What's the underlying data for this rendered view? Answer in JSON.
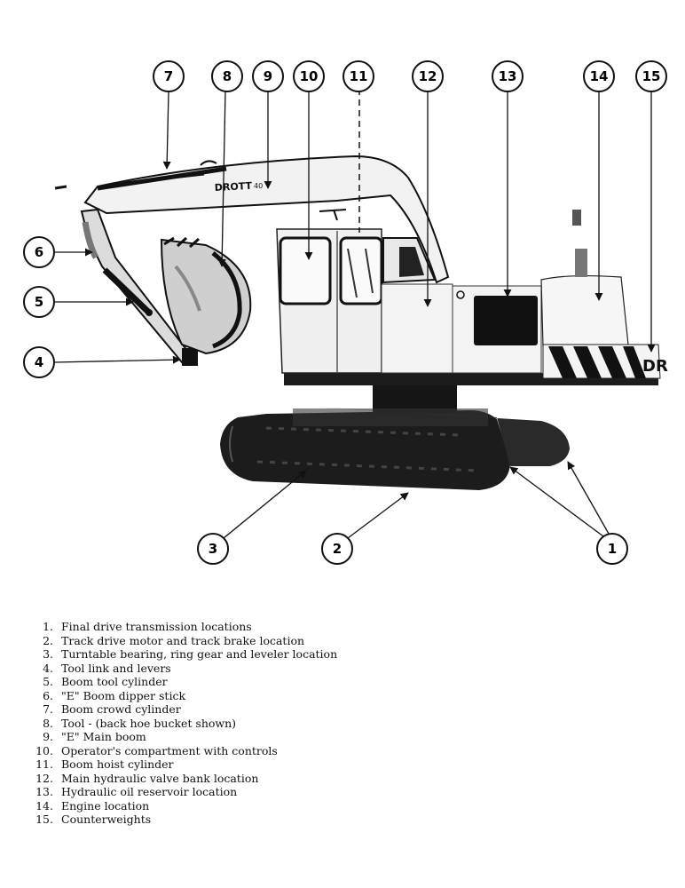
{
  "figure": {
    "brand_label": "DROTT",
    "model_label": "40",
    "counterweight_label": "DR"
  },
  "callouts": [
    {
      "number": "1",
      "target": "final-drive-transmission"
    },
    {
      "number": "2",
      "target": "track-drive-motor"
    },
    {
      "number": "3",
      "target": "turntable-bearing"
    },
    {
      "number": "4",
      "target": "tool-link"
    },
    {
      "number": "5",
      "target": "boom-tool-cylinder"
    },
    {
      "number": "6",
      "target": "dipper-stick"
    },
    {
      "number": "7",
      "target": "boom-crowd-cylinder"
    },
    {
      "number": "8",
      "target": "tool-bucket"
    },
    {
      "number": "9",
      "target": "main-boom"
    },
    {
      "number": "10",
      "target": "operator-compartment"
    },
    {
      "number": "11",
      "target": "boom-hoist-cylinder"
    },
    {
      "number": "12",
      "target": "main-hydraulic-valve-bank"
    },
    {
      "number": "13",
      "target": "hydraulic-oil-reservoir"
    },
    {
      "number": "14",
      "target": "engine"
    },
    {
      "number": "15",
      "target": "counterweights"
    }
  ],
  "legend": [
    {
      "number": "1.",
      "text": "Final drive transmission locations"
    },
    {
      "number": "2.",
      "text": "Track drive motor and track brake location"
    },
    {
      "number": "3.",
      "text": "Turntable bearing, ring gear and leveler location"
    },
    {
      "number": "4.",
      "text": "Tool link and levers"
    },
    {
      "number": "5.",
      "text": "Boom tool cylinder"
    },
    {
      "number": "6.",
      "text": "\"E\" Boom dipper stick"
    },
    {
      "number": "7.",
      "text": "Boom crowd cylinder"
    },
    {
      "number": "8.",
      "text": "Tool - (back hoe bucket shown)"
    },
    {
      "number": "9.",
      "text": "\"E\" Main boom"
    },
    {
      "number": "10.",
      "text": "Operator's compartment with controls"
    },
    {
      "number": "11.",
      "text": "Boom hoist cylinder"
    },
    {
      "number": "12.",
      "text": "Main hydraulic valve bank location"
    },
    {
      "number": "13.",
      "text": "Hydraulic oil reservoir location"
    },
    {
      "number": "14.",
      "text": "Engine location"
    },
    {
      "number": "15.",
      "text": "Counterweights"
    }
  ],
  "colors": {
    "ink": "#111111",
    "machine_light": "#efefef",
    "machine_shadow": "#9a9a9a",
    "track_dark": "#1c1c1c"
  }
}
